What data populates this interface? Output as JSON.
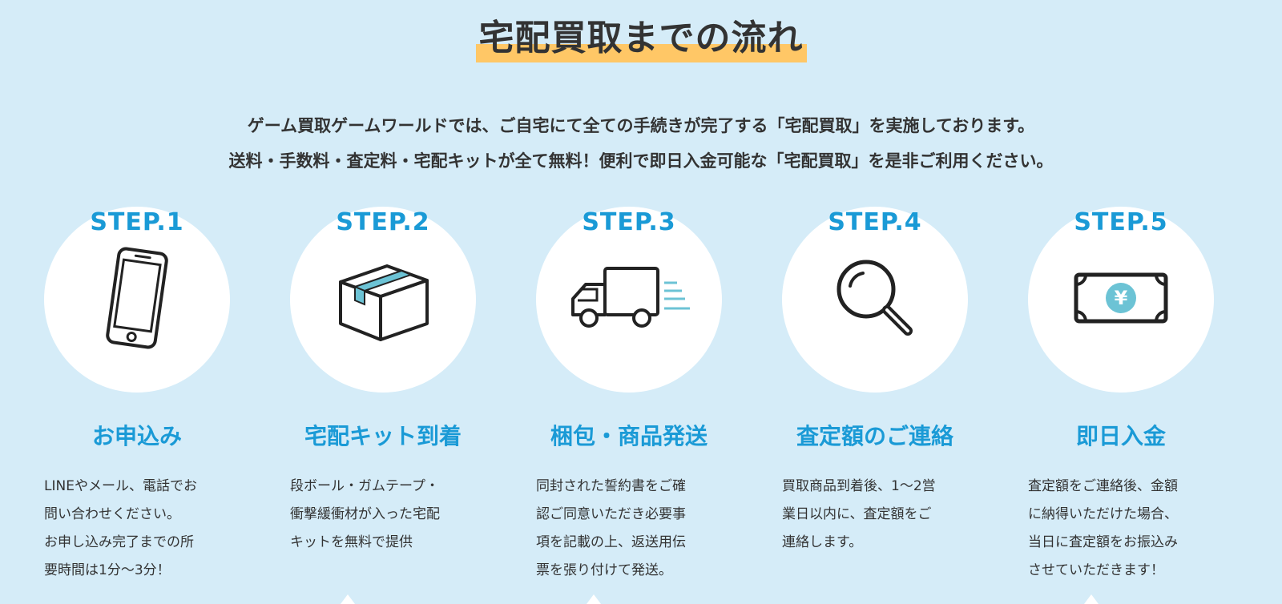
{
  "section": {
    "title": "宅配買取までの流れ",
    "intro_lines": [
      "ゲーム買取ゲームワールドでは、ご自宅にて全ての手続きが完了する「宅配買取」を実施しております。",
      "送料・手数料・査定料・宅配キットが全て無料！便利で即日入金可能な「宅配買取」を是非ご利用ください。"
    ]
  },
  "steps": [
    {
      "label": "STEP.1",
      "icon": "smartphone-icon",
      "title": "お申込み",
      "desc": "LINEやメール、電話でお\n問い合わせください。\nお申し込み完了までの所\n要時間は1分〜3分！"
    },
    {
      "label": "STEP.2",
      "icon": "box-icon",
      "title": "宅配キット到着",
      "desc": "段ボール・ガムテープ・\n衝撃緩衝材が入った宅配\nキットを無料で提供"
    },
    {
      "label": "STEP.3",
      "icon": "truck-icon",
      "title": "梱包・商品発送",
      "desc": "同封された誓約書をご確\n認ご同意いただき必要事\n項を記載の上、返送用伝\n票を張り付けて発送。"
    },
    {
      "label": "STEP.4",
      "icon": "magnifier-icon",
      "title": "査定額のご連絡",
      "desc": "買取商品到着後、1〜2営\n業日以内に、査定額をご\n連絡します。"
    },
    {
      "label": "STEP.5",
      "icon": "yen-bill-icon",
      "yen_symbol": "¥",
      "title": "即日入金",
      "desc": "査定額をご連絡後、金額\nに納得いただけた場合、\n当日に査定額をお振込み\nさせていただきます！"
    }
  ],
  "colors": {
    "background": "#d5ecf8",
    "accent_blue": "#1a9ad6",
    "highlight": "#ffc766",
    "icon_teal": "#6cc3d5"
  }
}
